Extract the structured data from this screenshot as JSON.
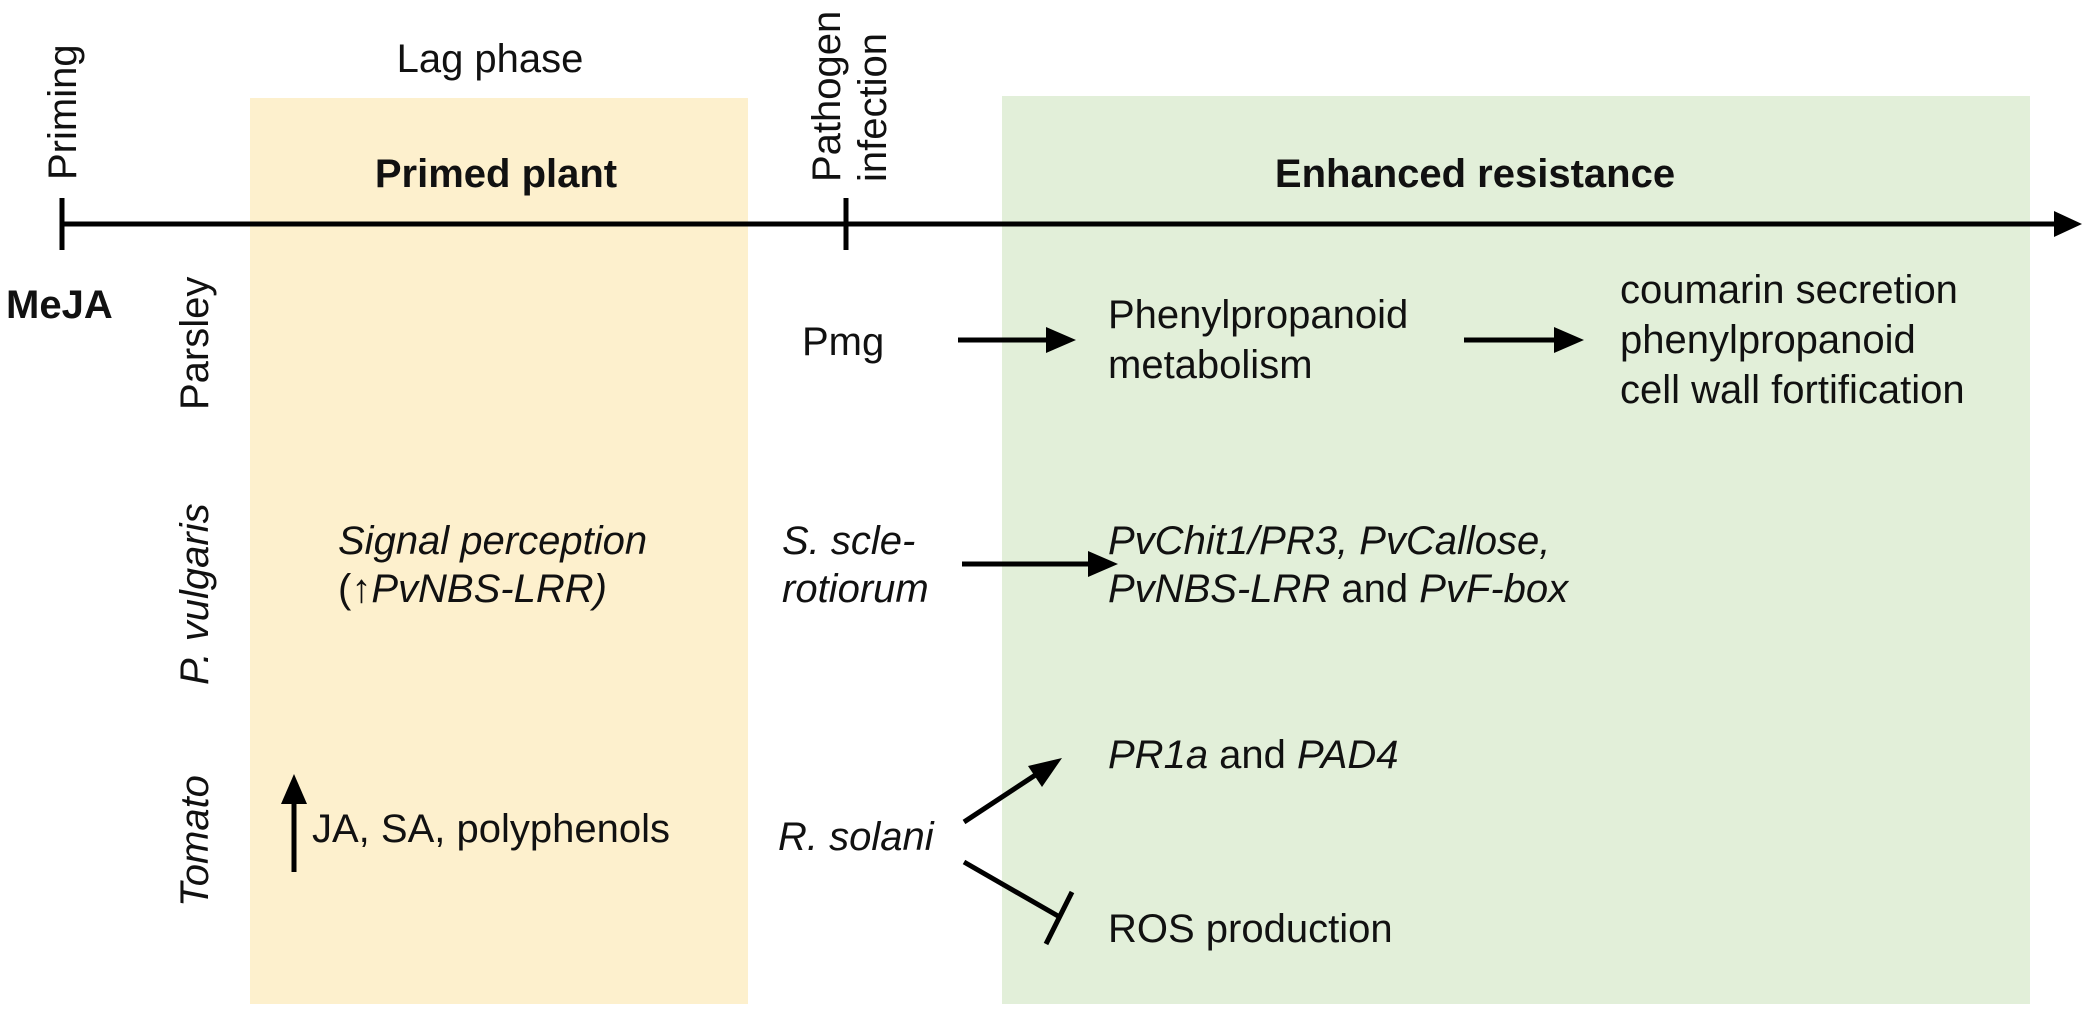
{
  "colors": {
    "primed_band": "#fdf0cd",
    "resistance_band": "#e2efd9",
    "line": "#000000",
    "text": "#111111"
  },
  "timeline": {
    "priming": "Priming",
    "lag_phase": "Lag phase",
    "primed_plant": "Primed plant",
    "pathogen_line1": "Pathogen",
    "pathogen_line2": "infection",
    "enhanced_resistance": "Enhanced resistance"
  },
  "treatment": "MeJA",
  "rows": {
    "parsley": {
      "label": "Parsley",
      "pathogen": "Pmg",
      "effect_line1": "Phenylpropanoid",
      "effect_line2": "metabolism",
      "outcome": [
        "coumarin secretion",
        "phenylpropanoid",
        "cell wall fortification"
      ]
    },
    "vulgaris": {
      "label": "P. vulgaris",
      "primed_line1": "Signal perception",
      "primed_line2_a": "(↑",
      "primed_line2_b": "PvNBS-LRR)",
      "pathogen_line1": "S. scle-",
      "pathogen_line2": "rotiorum",
      "effect_line1": "PvChit1/PR3, PvCallose,",
      "effect_line2_a": "PvNBS-LRR",
      "effect_line2_b": " and ",
      "effect_line2_c": "PvF-box"
    },
    "tomato": {
      "label": "Tomato",
      "primed_text": "JA, SA, polyphenols",
      "pathogen": "R. solani",
      "up_a": "PR1a",
      "up_b": " and ",
      "up_c": "PAD4",
      "down": "ROS production"
    }
  }
}
